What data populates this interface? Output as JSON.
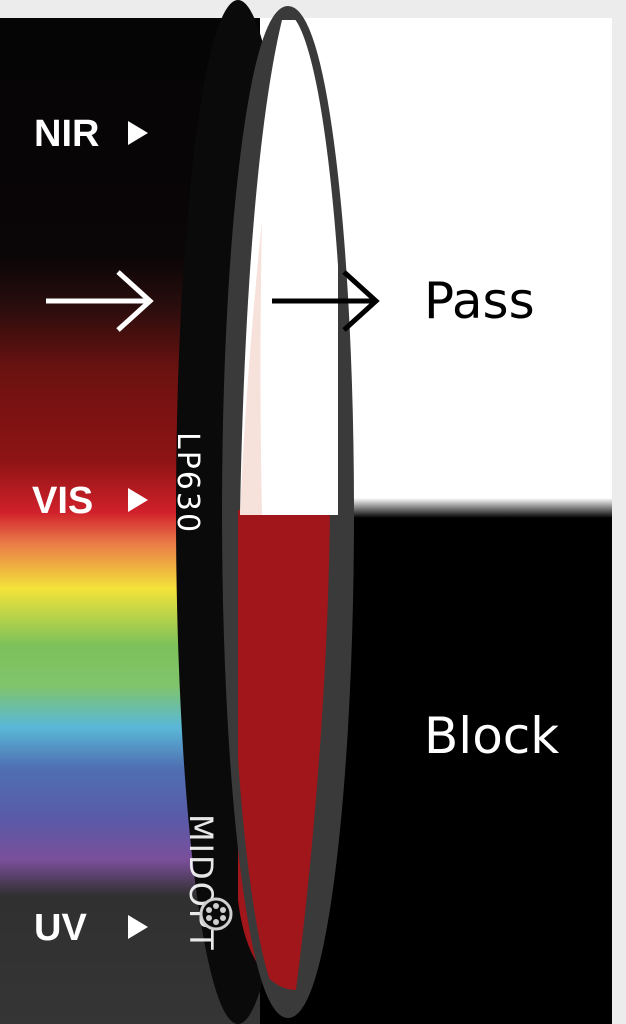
{
  "labels": {
    "nir": "NIR",
    "vis": "VIS",
    "uv": "UV",
    "pass": "Pass",
    "block": "Block"
  },
  "filter": {
    "model": "LP630",
    "brand": "MIDOPT"
  },
  "icons": {
    "pointer": "triangle-right-icon",
    "arrow": "arrow-right-icon",
    "logo_ring": "aperture-ring-icon"
  },
  "colors": {
    "background_dark": "#050505",
    "pass_panel": "#ffffff",
    "block_panel": "#000000",
    "filter_glass": "#a0161b",
    "filter_rim": "#3a3a3a",
    "frame_light": "#ececec"
  }
}
